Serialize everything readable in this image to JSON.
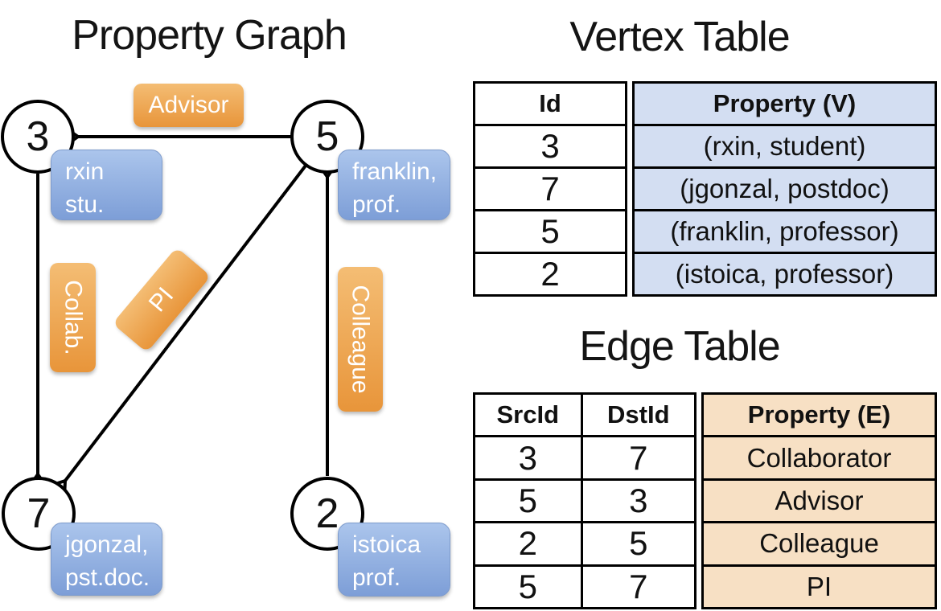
{
  "graph": {
    "title": "Property Graph",
    "nodes": [
      {
        "id": "3",
        "property_lines": [
          "rxin",
          "stu."
        ]
      },
      {
        "id": "5",
        "property_lines": [
          "franklin,",
          "prof."
        ]
      },
      {
        "id": "7",
        "property_lines": [
          "jgonzal,",
          "pst.doc."
        ]
      },
      {
        "id": "2",
        "property_lines": [
          "istoica",
          "prof."
        ]
      }
    ],
    "edges": [
      {
        "src": "5",
        "dst": "3",
        "label": "Advisor"
      },
      {
        "src": "3",
        "dst": "7",
        "label": "Collab."
      },
      {
        "src": "5",
        "dst": "7",
        "label": "PI"
      },
      {
        "src": "2",
        "dst": "5",
        "label": "Colleague"
      }
    ]
  },
  "vertex_table": {
    "title": "Vertex Table",
    "columns": {
      "id": "Id",
      "property": "Property (V)"
    },
    "rows": [
      {
        "id": "3",
        "property": "(rxin, student)"
      },
      {
        "id": "7",
        "property": "(jgonzal, postdoc)"
      },
      {
        "id": "5",
        "property": "(franklin, professor)"
      },
      {
        "id": "2",
        "property": "(istoica, professor)"
      }
    ]
  },
  "edge_table": {
    "title": "Edge Table",
    "columns": {
      "src": "SrcId",
      "dst": "DstId",
      "property": "Property (E)"
    },
    "rows": [
      {
        "src": "3",
        "dst": "7",
        "property": "Collaborator"
      },
      {
        "src": "5",
        "dst": "3",
        "property": "Advisor"
      },
      {
        "src": "2",
        "dst": "5",
        "property": "Colleague"
      },
      {
        "src": "5",
        "dst": "7",
        "property": "PI"
      }
    ]
  },
  "colors": {
    "edge_label_fill": "#eda955",
    "vertex_property_fill": "#8fadde",
    "vertex_table_cell_fill": "#d3def2",
    "edge_table_cell_fill": "#f7e0c4",
    "line_color": "#000000",
    "text_on_pills": "#ffffff"
  }
}
